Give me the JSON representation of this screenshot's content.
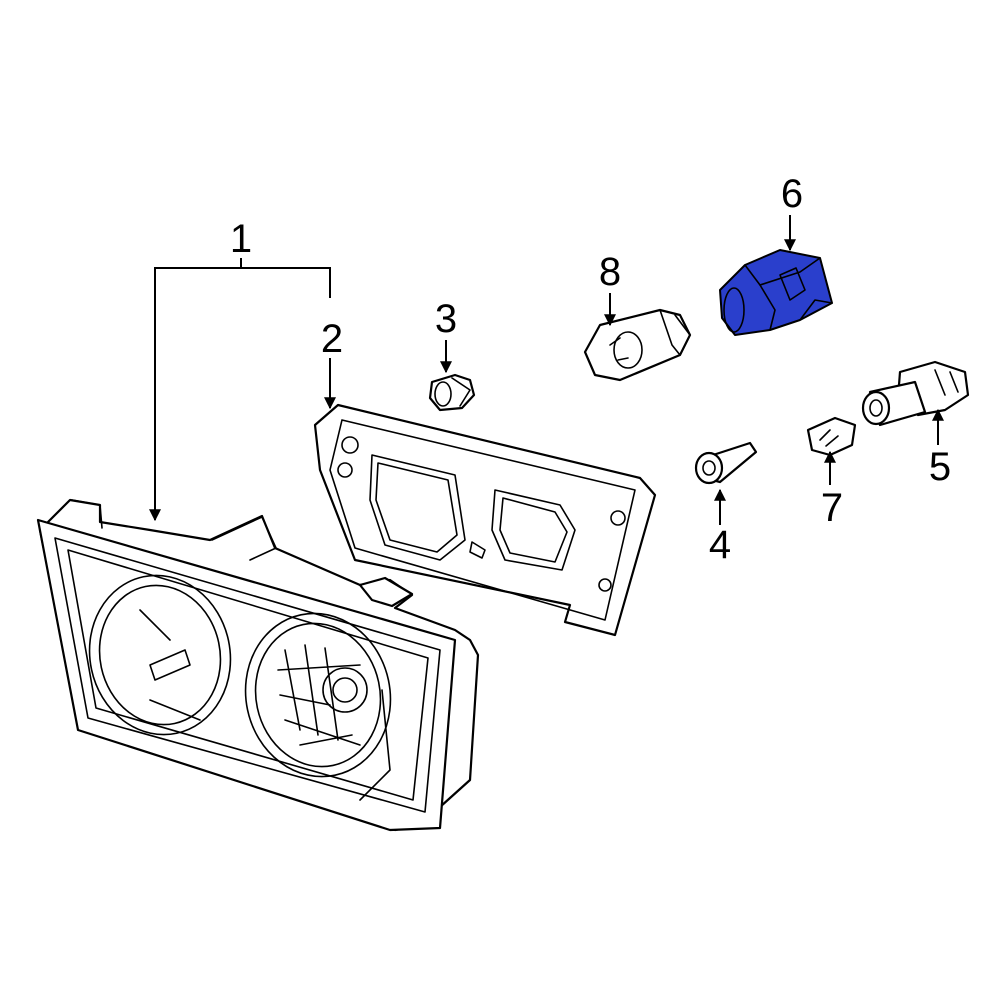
{
  "highlight_color": "#2a3fcc",
  "line_color": "#000000",
  "callouts": [
    {
      "id": "1",
      "label": "1"
    },
    {
      "id": "2",
      "label": "2"
    },
    {
      "id": "3",
      "label": "3"
    },
    {
      "id": "4",
      "label": "4"
    },
    {
      "id": "5",
      "label": "5"
    },
    {
      "id": "6",
      "label": "6"
    },
    {
      "id": "7",
      "label": "7"
    },
    {
      "id": "8",
      "label": "8"
    }
  ],
  "highlighted_part": "6"
}
